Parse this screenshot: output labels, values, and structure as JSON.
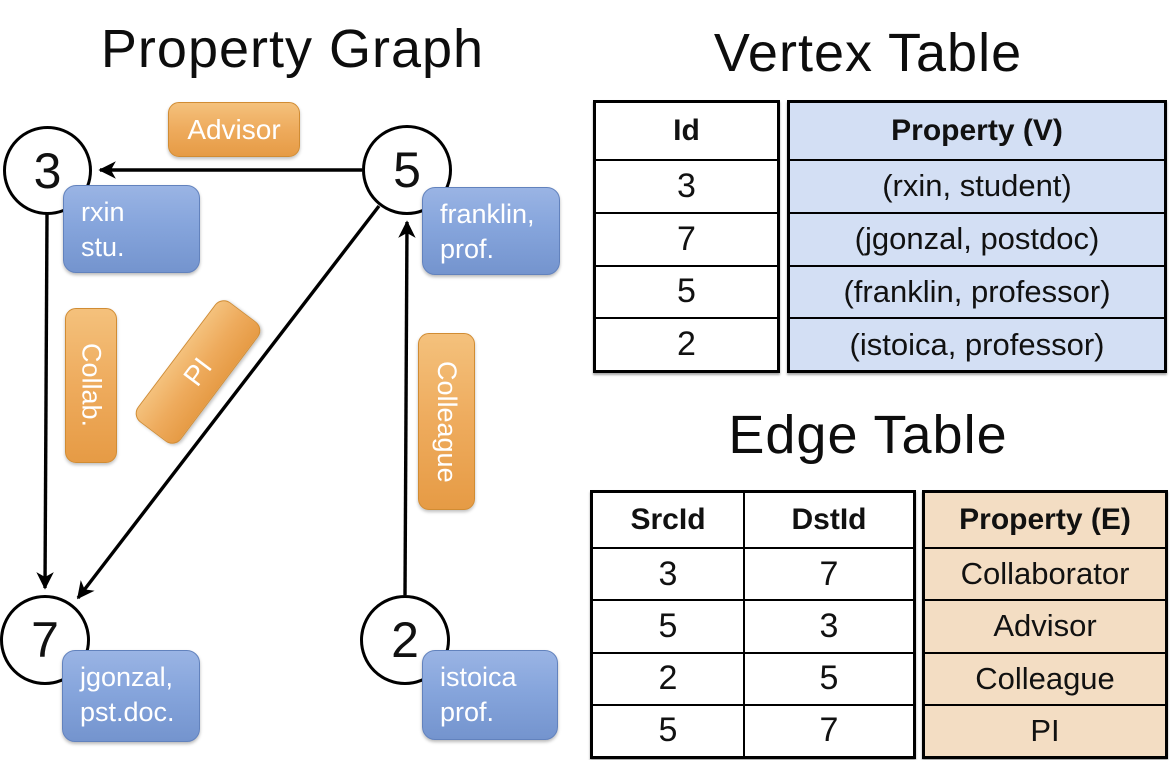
{
  "graph": {
    "title": "Property Graph",
    "nodes": {
      "n3": {
        "id": "3",
        "prop1": "rxin",
        "prop2": "stu."
      },
      "n5": {
        "id": "5",
        "prop1": "franklin,",
        "prop2": "prof."
      },
      "n7": {
        "id": "7",
        "prop1": "jgonzal,",
        "prop2": "pst.doc."
      },
      "n2": {
        "id": "2",
        "prop1": "istoica",
        "prop2": "prof."
      }
    },
    "edge_labels": {
      "advisor": "Advisor",
      "collab": "Collab.",
      "pi": "PI",
      "colleague": "Colleague"
    }
  },
  "vertex_table": {
    "title": "Vertex Table",
    "col_id": "Id",
    "col_property": "Property (V)",
    "rows": [
      {
        "id": "3",
        "property": "(rxin, student)"
      },
      {
        "id": "7",
        "property": "(jgonzal, postdoc)"
      },
      {
        "id": "5",
        "property": "(franklin, professor)"
      },
      {
        "id": "2",
        "property": "(istoica, professor)"
      }
    ]
  },
  "edge_table": {
    "title": "Edge Table",
    "col_src": "SrcId",
    "col_dst": "DstId",
    "col_property": "Property (E)",
    "rows": [
      {
        "src": "3",
        "dst": "7",
        "property": "Collaborator"
      },
      {
        "src": "5",
        "dst": "3",
        "property": "Advisor"
      },
      {
        "src": "2",
        "dst": "5",
        "property": "Colleague"
      },
      {
        "src": "5",
        "dst": "7",
        "property": "PI"
      }
    ]
  },
  "colors": {
    "edge_label_orange": "#EEAB5D",
    "vertex_box_blue": "#86A5DC",
    "vertex_table_fill": "#D3DFF4",
    "edge_table_fill": "#F3DDC3",
    "line_black": "#000000"
  }
}
